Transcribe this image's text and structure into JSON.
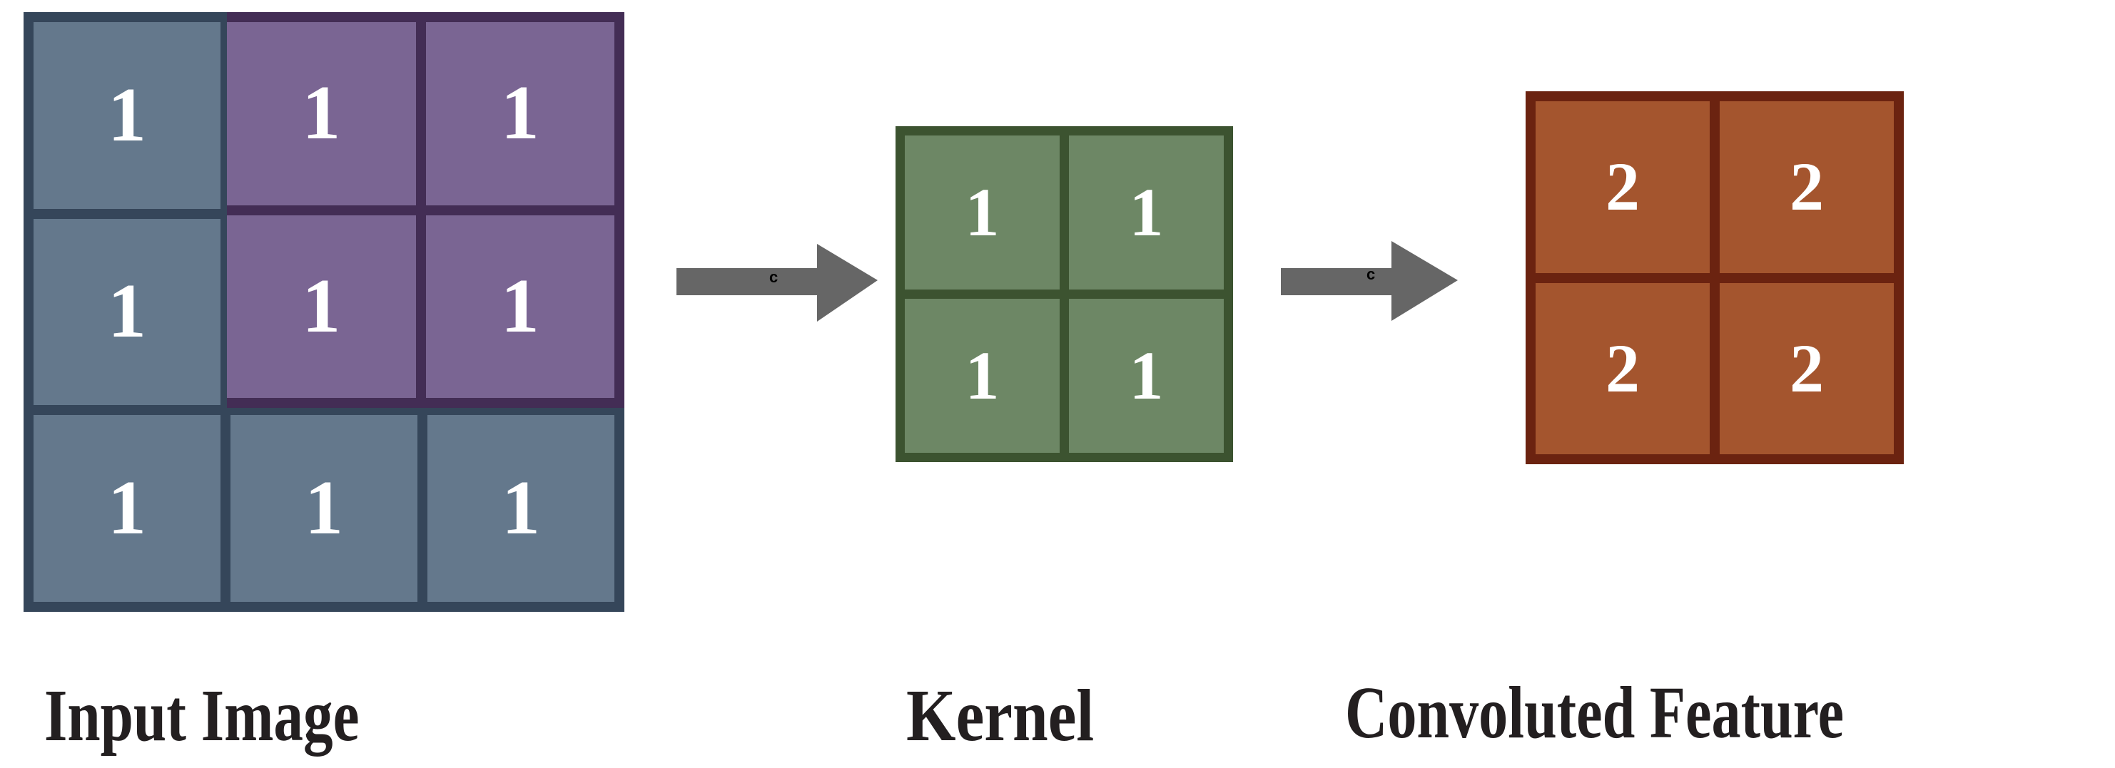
{
  "diagram": {
    "title": "Convolution operation diagram",
    "colors": {
      "background": "#ffffff",
      "input_border": "#35465a",
      "input_cell": "#64788c",
      "window_border": "#432d55",
      "window_cell": "#7a6593",
      "kernel_border": "#3c5330",
      "kernel_cell": "#6d8765",
      "feature_border": "#6b2310",
      "feature_cell": "#a4552e",
      "arrow": "#666666",
      "cell_text": "#ffffff",
      "caption_text": "#231f20"
    }
  },
  "input_image": {
    "caption": "Input Image",
    "rows": 3,
    "cols": 3,
    "values": [
      [
        "1",
        "1",
        "1"
      ],
      [
        "1",
        "1",
        "1"
      ],
      [
        "1",
        "1",
        "1"
      ]
    ]
  },
  "kernel_window": {
    "name": "receptive-field-highlight",
    "rows": 2,
    "cols": 2,
    "values": [
      [
        "1",
        "1"
      ],
      [
        "1",
        "1"
      ]
    ]
  },
  "kernel": {
    "caption": "Kernel",
    "rows": 2,
    "cols": 2,
    "values": [
      [
        "1",
        "1"
      ],
      [
        "1",
        "1"
      ]
    ]
  },
  "convoluted_feature": {
    "caption": "Convoluted Feature",
    "rows": 2,
    "cols": 2,
    "values": [
      [
        "2",
        "2"
      ],
      [
        "2",
        "2"
      ]
    ]
  },
  "arrows": [
    {
      "name": "arrow-input-to-kernel",
      "glyph": "c"
    },
    {
      "name": "arrow-kernel-to-feature",
      "glyph": "c"
    }
  ]
}
